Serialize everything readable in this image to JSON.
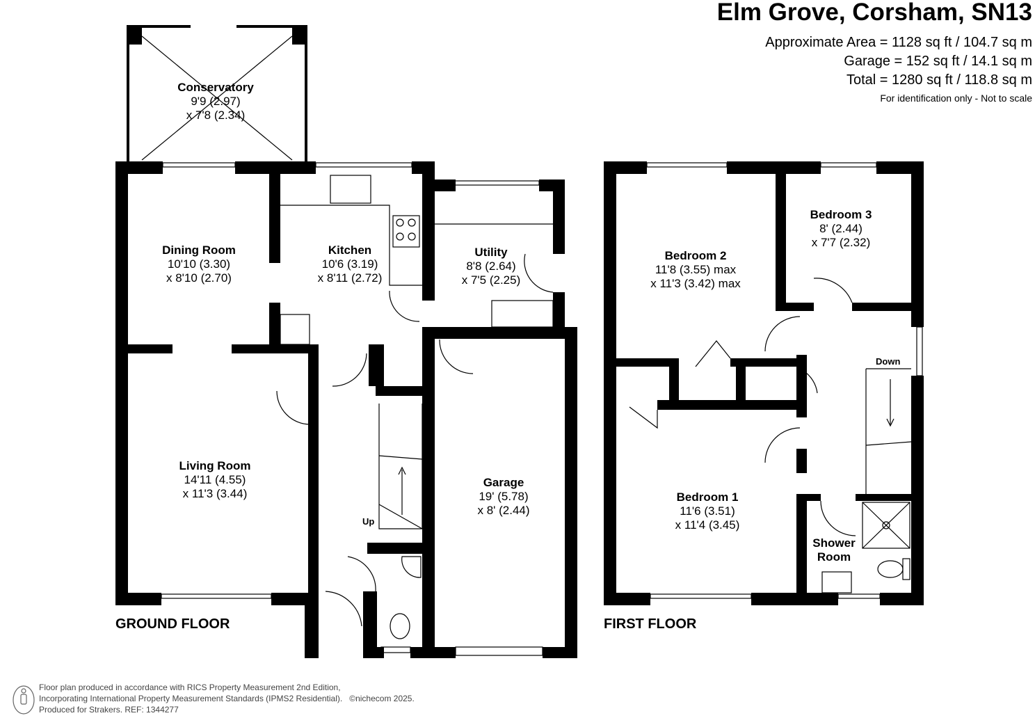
{
  "header": {
    "title": "Elm Grove, Corsham, SN13",
    "areas": [
      "Approximate Area = 1128 sq ft / 104.7 sq m",
      "Garage = 152 sq ft / 14.1 sq m",
      "Total = 1280 sq ft / 118.8 sq m"
    ],
    "note": "For identification only - Not to scale"
  },
  "ground_floor": {
    "label": "GROUND FLOOR",
    "rooms": [
      {
        "name": "Conservatory",
        "dim1": "9'9 (2.97)",
        "dim2": "x 7'8 (2.34)"
      },
      {
        "name": "Dining Room",
        "dim1": "10'10 (3.30)",
        "dim2": "x 8'10 (2.70)"
      },
      {
        "name": "Kitchen",
        "dim1": "10'6 (3.19)",
        "dim2": "x 8'11 (2.72)"
      },
      {
        "name": "Utility",
        "dim1": "8'8 (2.64)",
        "dim2": "x 7'5 (2.25)"
      },
      {
        "name": "Living Room",
        "dim1": "14'11 (4.55)",
        "dim2": "x 11'3 (3.44)"
      },
      {
        "name": "Garage",
        "dim1": "19' (5.78)",
        "dim2": "x 8' (2.44)"
      }
    ],
    "stairs_label": "Up"
  },
  "first_floor": {
    "label": "FIRST FLOOR",
    "rooms": [
      {
        "name": "Bedroom 2",
        "dim1": "11'8 (3.55) max",
        "dim2": "x 11'3 (3.42) max"
      },
      {
        "name": "Bedroom 3",
        "dim1": "8' (2.44)",
        "dim2": "x 7'7 (2.32)"
      },
      {
        "name": "Bedroom 1",
        "dim1": "11'6 (3.51)",
        "dim2": "x 11'4 (3.45)"
      },
      {
        "name": "Shower",
        "dim1": "Room"
      }
    ],
    "stairs_label": "Down"
  },
  "footer": {
    "lines": [
      "Floor plan produced in accordance with RICS Property Measurement 2nd Edition,",
      "Incorporating International Property Measurement Standards (IPMS2 Residential).",
      "Produced for Strakers.   REF: 1344277"
    ],
    "copyright": "©nichecom 2025."
  }
}
